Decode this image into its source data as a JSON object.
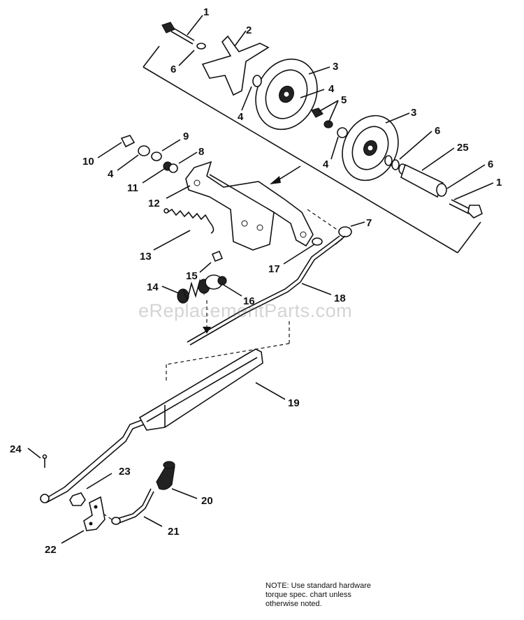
{
  "watermark": "eReplacementParts.com",
  "note_lines": [
    "NOTE:  Use standard hardware",
    "torque spec. chart unless",
    "otherwise noted."
  ],
  "callouts": [
    "1",
    "2",
    "3",
    "4",
    "5",
    "6",
    "7",
    "8",
    "9",
    "10",
    "11",
    "12",
    "13",
    "14",
    "15",
    "16",
    "17",
    "18",
    "19",
    "20",
    "21",
    "22",
    "23",
    "24",
    "25"
  ],
  "callout_labels": [
    {
      "text": "1"
    },
    {
      "text": "2"
    },
    {
      "text": "6"
    },
    {
      "text": "3"
    },
    {
      "text": "4"
    },
    {
      "text": "4"
    },
    {
      "text": "5"
    },
    {
      "text": "3"
    },
    {
      "text": "4"
    },
    {
      "text": "6"
    },
    {
      "text": "25"
    },
    {
      "text": "6"
    },
    {
      "text": "1"
    },
    {
      "text": "9"
    },
    {
      "text": "10"
    },
    {
      "text": "4"
    },
    {
      "text": "8"
    },
    {
      "text": "11"
    },
    {
      "text": "12"
    },
    {
      "text": "7"
    },
    {
      "text": "13"
    },
    {
      "text": "15"
    },
    {
      "text": "17"
    },
    {
      "text": "14"
    },
    {
      "text": "16"
    },
    {
      "text": "18"
    },
    {
      "text": "19"
    },
    {
      "text": "24"
    },
    {
      "text": "23"
    },
    {
      "text": "20"
    },
    {
      "text": "21"
    },
    {
      "text": "22"
    }
  ]
}
